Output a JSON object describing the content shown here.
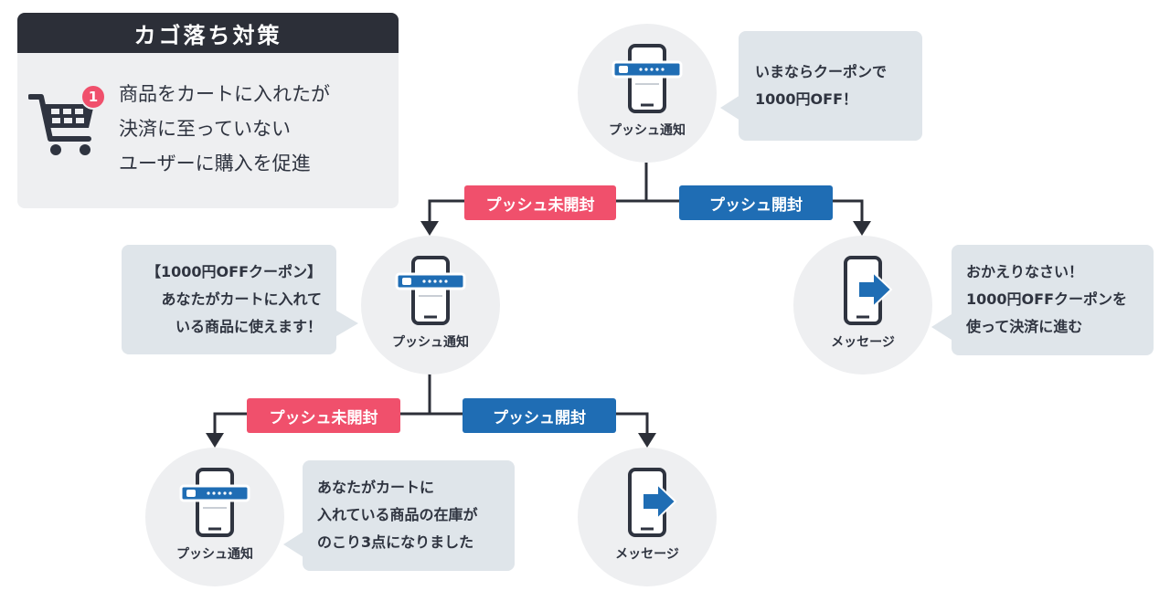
{
  "card": {
    "title": "カゴ落ち対策",
    "badge_count": "1",
    "description": "商品をカートに入れたが\n決済に至っていない\nユーザーに購入を促進"
  },
  "nodes": {
    "push_1": {
      "label": "プッシュ通知"
    },
    "push_2": {
      "label": "プッシュ通知"
    },
    "push_3": {
      "label": "プッシュ通知"
    },
    "message_1": {
      "label": "メッセージ"
    },
    "message_2": {
      "label": "メッセージ"
    }
  },
  "bubbles": {
    "b1": "いまならクーポンで\n1000円OFF！",
    "b2": "【1000円OFFクーポン】\nあなたがカートに入れて\nいる商品に使えます！",
    "b3": "おかえりなさい！\n1000円OFFクーポンを\n使って決済に進む",
    "b4": "あなたがカートに\n入れている商品の在庫が\nのこり3点になりました"
  },
  "branches": {
    "unopened_1": "プッシュ未開封",
    "opened_1": "プッシュ開封",
    "unopened_2": "プッシュ未開封",
    "opened_2": "プッシュ開封"
  },
  "colors": {
    "dark": "#2c2f38",
    "unopened": "#f0506c",
    "opened": "#1f6db4",
    "circle_bg": "#eeeff1",
    "bubble_bg": "#dfe5ea"
  },
  "icons": {
    "cart": "shopping-cart-icon",
    "phone_push": "phone-notification-icon",
    "phone_message": "phone-message-icon"
  }
}
